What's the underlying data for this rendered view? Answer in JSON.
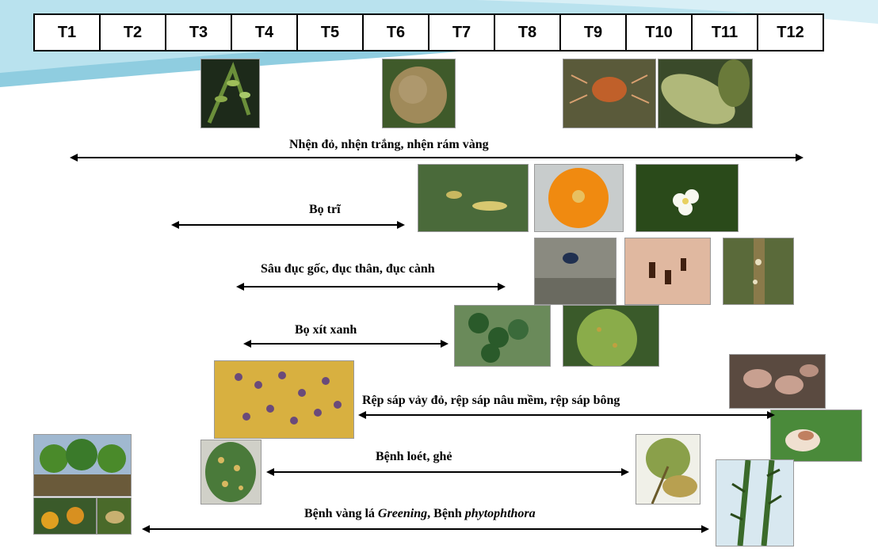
{
  "months": [
    "T1",
    "T2",
    "T3",
    "T4",
    "T5",
    "T6",
    "T7",
    "T8",
    "T9",
    "T10",
    "T11",
    "T12"
  ],
  "pests": {
    "mites": "Nhện đỏ, nhện trắng, nhện rám vàng",
    "thrips": "Bọ trĩ",
    "borers": "Sâu đục gốc, đục thân, đục cành",
    "green_bug": "Bọ xít xanh",
    "scales": "Rệp sáp vảy đỏ, rệp sáp nâu mềm, rệp sáp bông",
    "canker": "Bệnh loét, ghẻ",
    "greening_part1": "Bệnh vàng lá ",
    "greening_italic1": "Greening",
    "greening_part2": ", Bệnh ",
    "greening_italic2": "phytophthora"
  },
  "photos": [
    "citrus-bud-photo",
    "rusty-fruit-photo",
    "red-mite-photo",
    "leaf-mite-damage-photo",
    "thrips-photo",
    "orange-fruit-photo",
    "citrus-flower-photo",
    "borer-beetle-photo",
    "bored-wood-photo",
    "bored-branch-photo",
    "green-bug-fruit-photo",
    "spotted-green-fruit-photo",
    "scale-fruit-photo",
    "mealybug-photo",
    "soft-scale-photo",
    "canker-leaf-photo",
    "scab-leaf-photo",
    "orchard-photo",
    "greening-fruit-photo",
    "fallen-fruit-photo",
    "thorny-stem-photo"
  ]
}
